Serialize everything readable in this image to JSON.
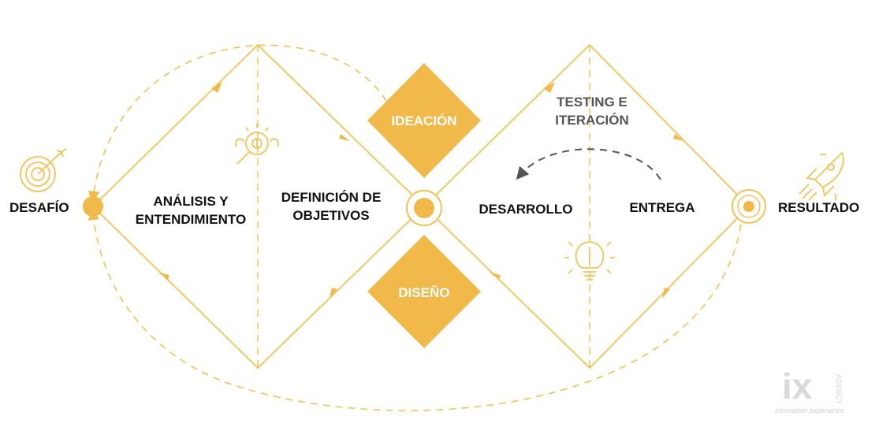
{
  "labels": {
    "desafio": "DESAFÍO",
    "analisis_line1": "ANÁLISIS Y",
    "analisis_line2": "ENTENDIMIENTO",
    "definicion_line1": "DEFINICIÓN DE",
    "definicion_line2": "OBJETIVOS",
    "ideacion": "IDEACIÓN",
    "diseno": "DISEÑO",
    "testing_line1": "TESTING E",
    "testing_line2": "ITERACIÓN",
    "desarrollo": "DESARROLLO",
    "entrega": "ENTREGA",
    "resultado": "RESULTADO"
  },
  "logo": {
    "mark": "ix",
    "side_text": "AGENCY",
    "tagline": "Innovation experience"
  },
  "icons": {
    "desafio": "target-icon",
    "analisis": "analysis-magnifier-icon",
    "testing": "lightbulb-icon",
    "resultado": "rocket-icon"
  },
  "colors": {
    "accent": "#f0b94a",
    "accent_line": "#f1c354",
    "text_dark": "#111111",
    "text_gray": "#555555",
    "dashed_gray": "#555555"
  }
}
